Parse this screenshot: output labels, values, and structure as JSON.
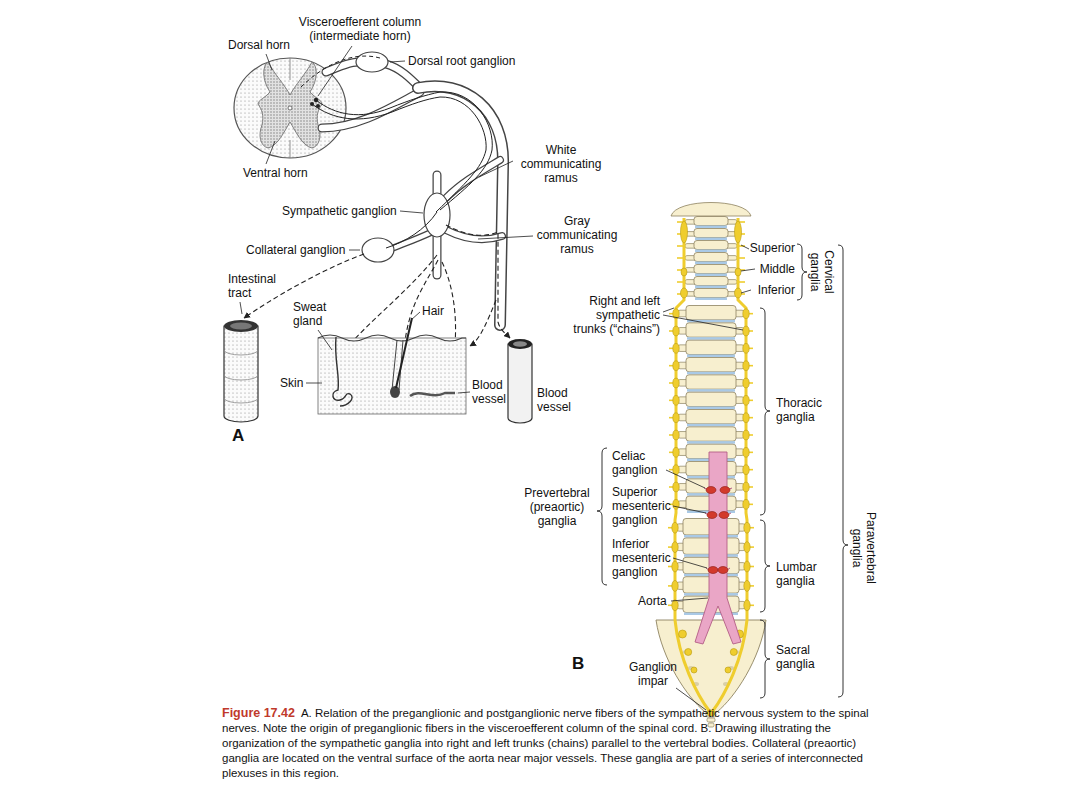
{
  "diagram": {
    "caption": "A. Relation of the preganglionic and postganglionic nerve fibers of the sympathetic nervous system to the spinal nerves. Note the origin of preganglionic fibers in the visceroefferent column of the spinal cord. B. Drawing illustrating the organization of the sympathetic ganglia into right and left trunks (chains) parallel to the vertebral bodies. Collateral (preaortic) ganglia are located on the ventral surface of the aorta near major vessels. These ganglia are part of a series of interconnected plexuses in this region.",
    "labels": [
      "Visceroefferent column (intermediate horn)",
      "Dorsal horn",
      "Dorsal root ganglion",
      "Ventral horn",
      "White communicating ramus",
      "Sympathetic ganglion",
      "Gray communicating ramus",
      "Collateral ganglion",
      "Intestinal tract",
      "Sweat gland",
      "Hair",
      "Skin",
      "Blood vessel",
      "Blood vessel",
      "A",
      "Superior",
      "Middle",
      "Inferior",
      "Cervical ganglia",
      "Right and left sympathetic trunks (“chains”)",
      "Thoracic ganglia",
      "Celiac ganglion",
      "Prevertebral (preaortic) ganglia",
      "Superior mesenteric ganglion",
      "Inferior mesenteric ganglion",
      "Aorta",
      "Lumbar ganglia",
      "Sacral ganglia",
      "Paravertebral ganglia",
      "B",
      "Ganglion impar",
      "Figure 17.42"
    ]
  }
}
